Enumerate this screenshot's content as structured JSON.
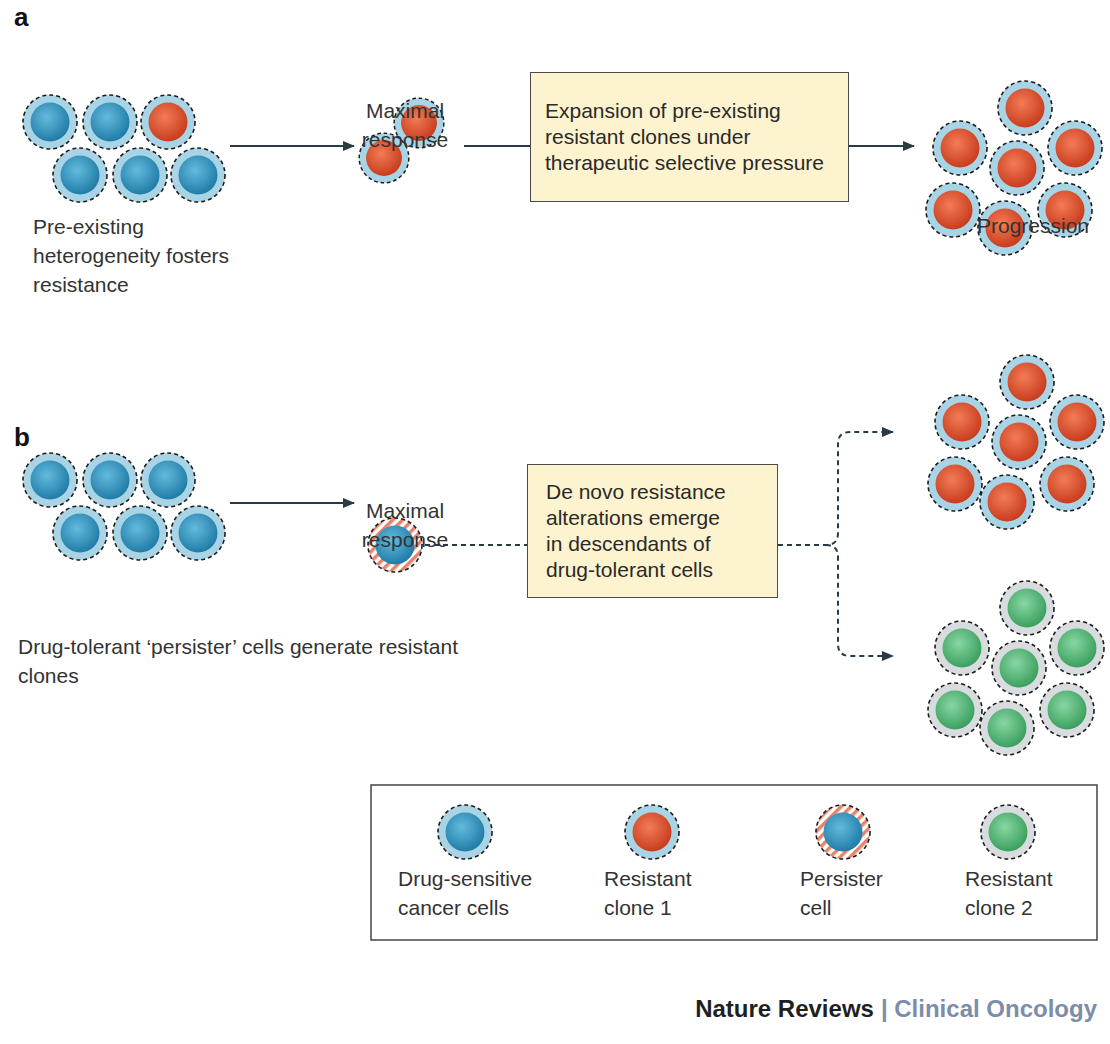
{
  "diagram": {
    "nodes": [
      {
        "text": [
          "Pre-existing heterogeneity fosters resistance"
        ]
      },
      {
        "text": [
          "Maximal response"
        ]
      },
      {
        "text": [
          "Expansion of pre-existing resistant clones under therapeutic selective pressure"
        ]
      },
      {
        "text": [
          "Progression"
        ]
      },
      {
        "text": [
          "Drug-tolerant ‘persister’ cells generate resistant clones"
        ]
      },
      {
        "text": [
          "Maximal response"
        ]
      },
      {
        "text": [
          "De novo resistance alterations emerge in descendants of drug-tolerant cells"
        ]
      }
    ],
    "edges": [
      {
        "from": 0,
        "to": 1,
        "arrow": "to"
      },
      {
        "from": 1,
        "to": 2,
        "arrow": "none"
      },
      {
        "from": 2,
        "to": 3,
        "arrow": "to"
      },
      {
        "from": 4,
        "to": 5,
        "arrow": "to"
      },
      {
        "from": 5,
        "to": 6,
        "arrow": "none"
      }
    ],
    "labels": [
      "a",
      "b",
      "Nature Reviews",
      "| Clinical Oncology"
    ],
    "legend": [
      {
        "text": "Drug-sensitive cancer cells"
      },
      {
        "text": "Resistant clone 1"
      },
      {
        "text": "Persister cell"
      },
      {
        "text": "Resistant clone 2"
      }
    ]
  }
}
